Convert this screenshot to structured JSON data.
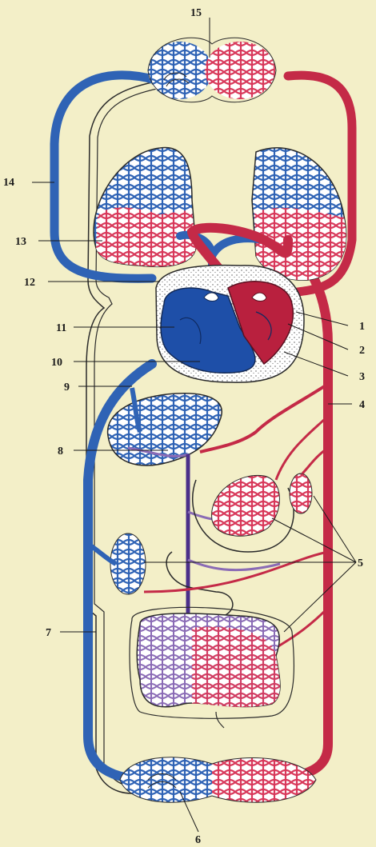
{
  "labels": {
    "l1": "1",
    "l2": "2",
    "l3": "3",
    "l4": "4",
    "l5": "5",
    "l6": "6",
    "l7": "7",
    "l8": "8",
    "l9": "9",
    "l10": "10",
    "l11": "11",
    "l12": "12",
    "l13": "13",
    "l14": "14",
    "l15": "15"
  },
  "colors": {
    "background": "#f3efc8",
    "venous_blue": "#2f63b5",
    "arterial_red": "#c42a47",
    "capillary_purple": "#8a6bb5",
    "outline": "#2a2a2a"
  }
}
